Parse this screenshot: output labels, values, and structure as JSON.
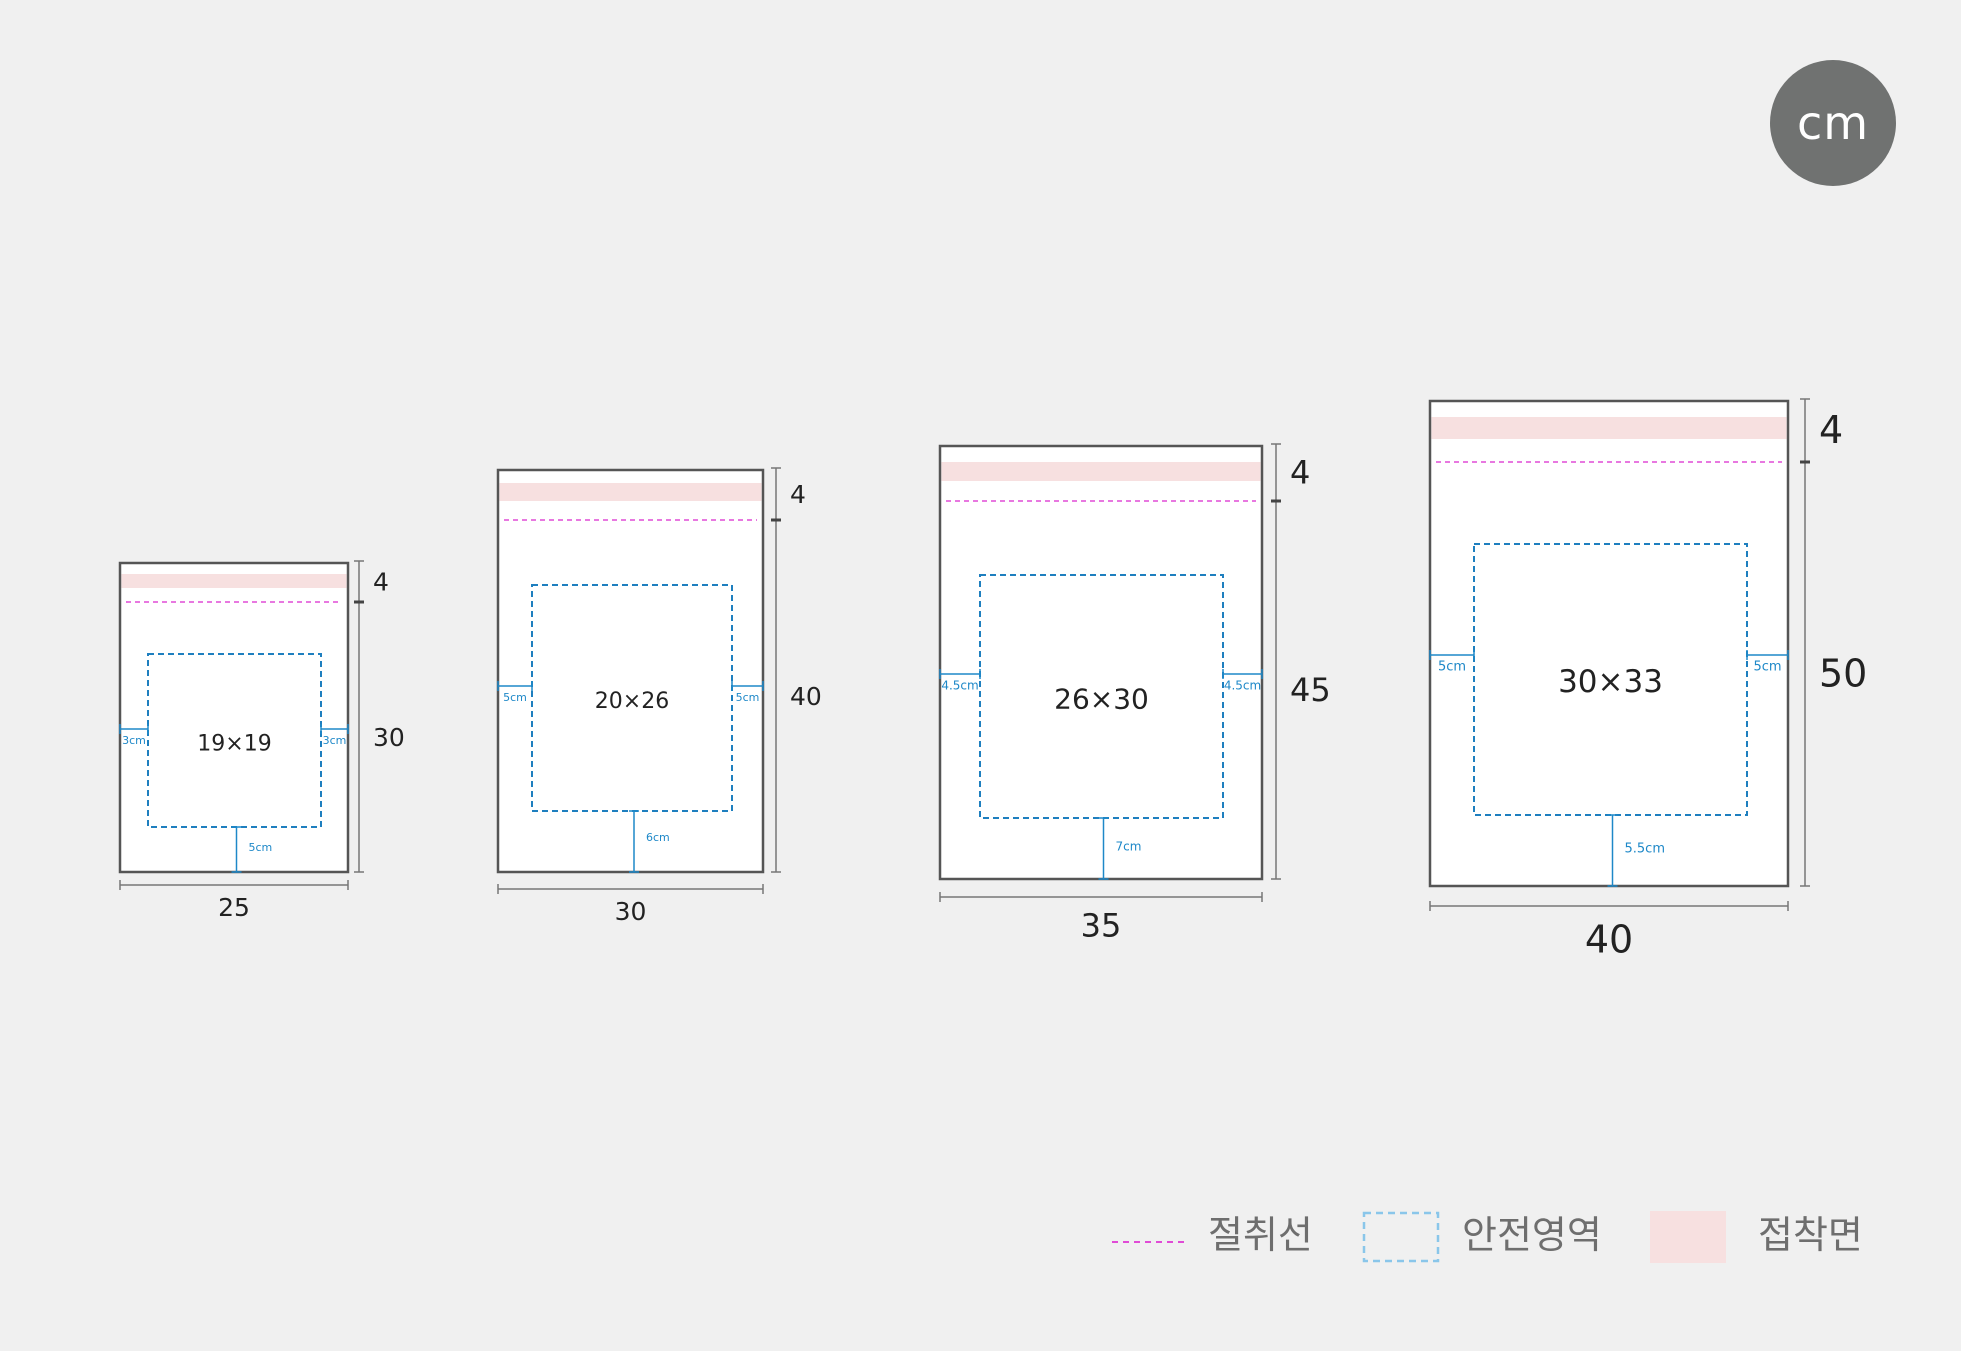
{
  "unit_badge": "cm",
  "colors": {
    "background": "#f0f0f0",
    "bag_fill": "#ffffff",
    "bag_border": "#555555",
    "adhesive": "#f7e0e0",
    "cut_line": "#e04bd6",
    "safe_area": "#1e7fbf",
    "measure_line": "#777777",
    "margin_label": "#1e88c8",
    "badge": "#707271"
  },
  "legend": [
    {
      "key": "cut_line",
      "label": "절취선"
    },
    {
      "key": "safe_area",
      "label": "안전영역"
    },
    {
      "key": "adhesive",
      "label": "접착면"
    }
  ],
  "bags": [
    {
      "width": "25",
      "body_height": "30",
      "flap_height": "4",
      "safe_area": "19×19",
      "side_margin": "3cm",
      "bottom_margin": "5cm"
    },
    {
      "width": "30",
      "body_height": "40",
      "flap_height": "4",
      "safe_area": "20×26",
      "side_margin": "5cm",
      "bottom_margin": "6cm"
    },
    {
      "width": "35",
      "body_height": "45",
      "flap_height": "4",
      "safe_area": "26×30",
      "side_margin": "4.5cm",
      "bottom_margin": "7cm"
    },
    {
      "width": "40",
      "body_height": "50",
      "flap_height": "4",
      "safe_area": "30×33",
      "side_margin": "5cm",
      "bottom_margin": "5.5cm"
    }
  ]
}
